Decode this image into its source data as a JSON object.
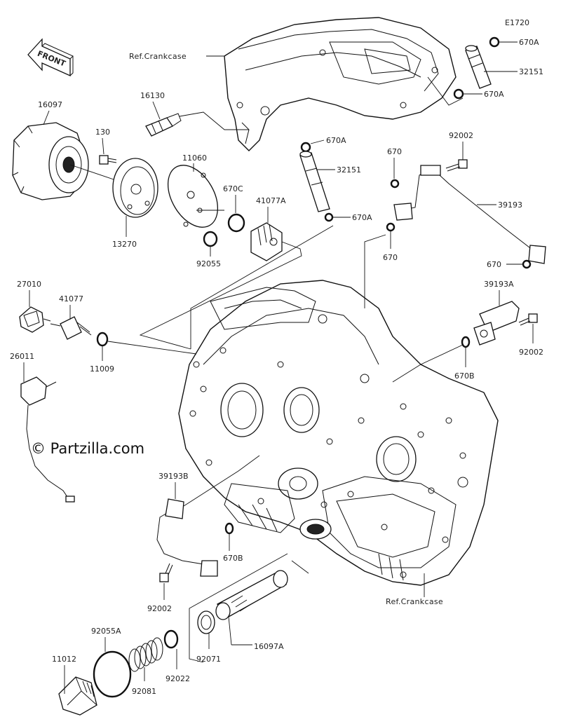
{
  "diagram_code": "E1720",
  "front_label": "FRONT",
  "watermark": "© Partzilla.com",
  "references": {
    "crankcase_top": "Ref.Crankcase",
    "crankcase_bottom": "Ref.Crankcase"
  },
  "parts": {
    "p16097": "16097",
    "p130": "130",
    "p13270": "13270",
    "p16130": "16130",
    "p11060": "11060",
    "p92055": "92055",
    "p670C": "670C",
    "p41077A": "41077A",
    "p670A_1": "670A",
    "p32151_1": "32151",
    "p670A_2": "670A",
    "p670A_3": "670A",
    "p32151_2": "32151",
    "p670A_4": "670A",
    "p670_1": "670",
    "p92002_1": "92002",
    "p39193": "39193",
    "p670_2": "670",
    "p670_3": "670",
    "p27010": "27010",
    "p41077": "41077",
    "p11009": "11009",
    "p39193A": "39193A",
    "p92002_2": "92002",
    "p670B_1": "670B",
    "p26011": "26011",
    "p39193B": "39193B",
    "p670B_2": "670B",
    "p92002_3": "92002",
    "p92055A": "92055A",
    "p11012": "11012",
    "p92081": "92081",
    "p92022": "92022",
    "p92071": "92071",
    "p16097A": "16097A"
  }
}
